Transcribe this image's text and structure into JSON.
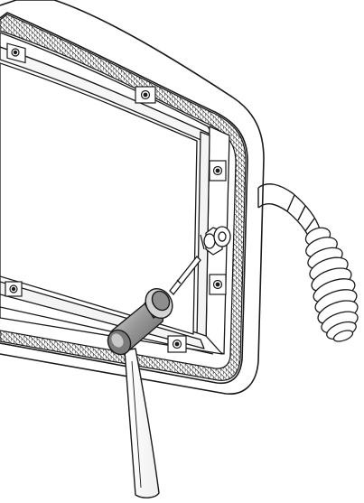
{
  "figure": {
    "kind": "technical-illustration",
    "parts": [
      "window-frame",
      "frame-seal",
      "mounting-clip",
      "retaining-pin",
      "cable-conduit",
      "coiled-cable",
      "mallet"
    ],
    "colors": {
      "line": "#1a1a1a",
      "background": "#ffffff",
      "mallet_metal": "#8a8a8a",
      "mallet_highlight": "#d6d6d6",
      "hatch": "#1a1a1a"
    }
  }
}
